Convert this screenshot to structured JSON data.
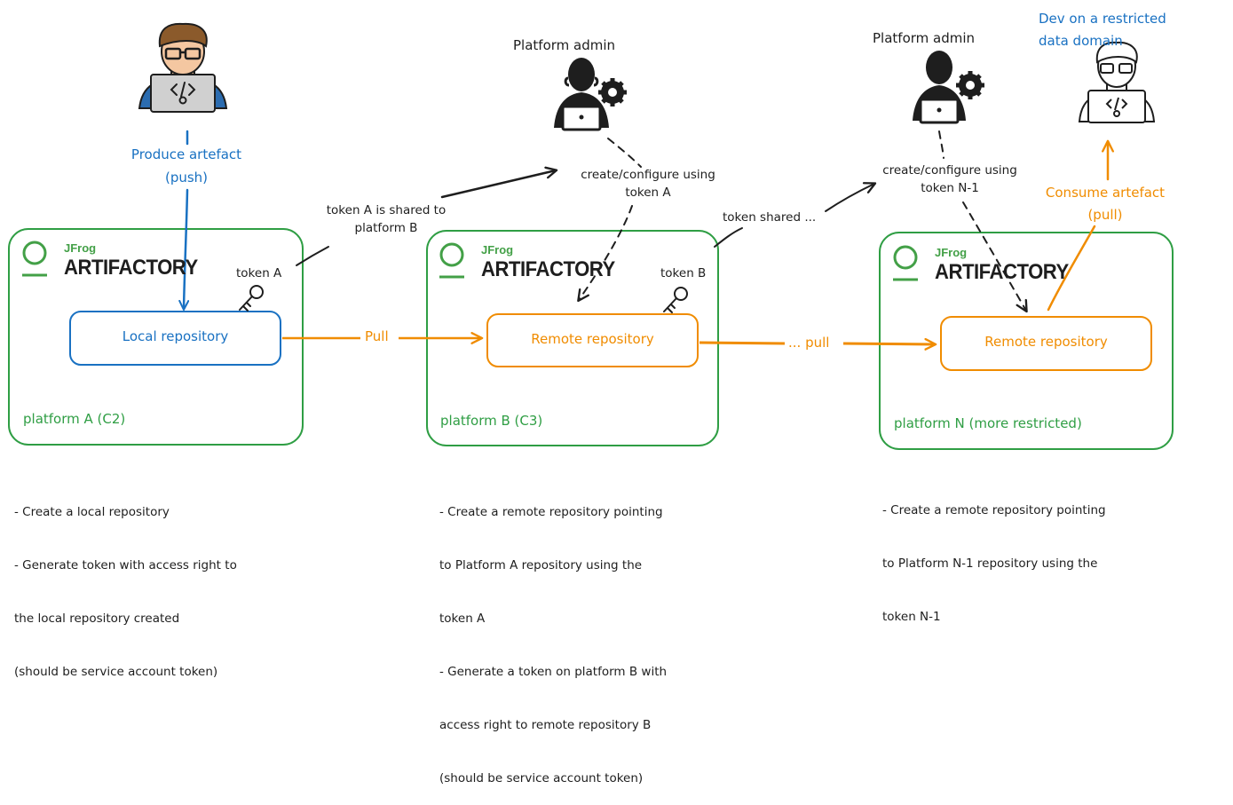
{
  "actors": {
    "developer_producer": {
      "icon": "developer-icon"
    },
    "admin_b": {
      "label": "Platform admin",
      "icon": "admin-gear-icon"
    },
    "admin_n": {
      "label": "Platform admin",
      "icon": "admin-gear-icon"
    },
    "developer_consumer": {
      "label_line1": "Dev on a restricted",
      "label_line2": "data domain",
      "icon": "developer-outline-icon"
    }
  },
  "flows": {
    "produce_line1": "Produce artefact",
    "produce_line2": "(push)",
    "consume_line1": "Consume artefact",
    "consume_line2": "(pull)",
    "token_a_shared_line1": "token A is shared to",
    "token_a_shared_line2": "platform B",
    "configure_b_line1": "create/configure using",
    "configure_b_line2": "token A",
    "token_shared": "token shared ...",
    "configure_n_line1": "create/configure using",
    "configure_n_line2": "token N-1",
    "pull_ab": "Pull",
    "pull_bn": "... pull"
  },
  "platforms": [
    {
      "brand_small": "JFrog",
      "brand_big": "ARTIFACTORY",
      "token": "token A",
      "repository": "Local repository",
      "name": "platform A (C2)"
    },
    {
      "brand_small": "JFrog",
      "brand_big": "ARTIFACTORY",
      "token": "token B",
      "repository": "Remote repository",
      "name": "platform B (C3)"
    },
    {
      "brand_small": "JFrog",
      "brand_big": "ARTIFACTORY",
      "repository": "Remote repository",
      "name": "platform N (more restricted)"
    }
  ],
  "notes": {
    "a": [
      "- Create a local repository",
      "- Generate token with access right to",
      "the local repository created",
      "(should be service account token)"
    ],
    "b": [
      "- Create a remote repository pointing",
      "to Platform A repository using the",
      "token A",
      "- Generate a token on platform B with",
      "access right to remote repository B",
      "(should be service account token)"
    ],
    "n": [
      "- Create a remote repository pointing",
      "to Platform N-1 repository using the",
      "token N-1"
    ]
  },
  "colors": {
    "blue": "#1971c2",
    "orange": "#f08c00",
    "green": "#2f9e44",
    "ink": "#1e1e1e"
  }
}
